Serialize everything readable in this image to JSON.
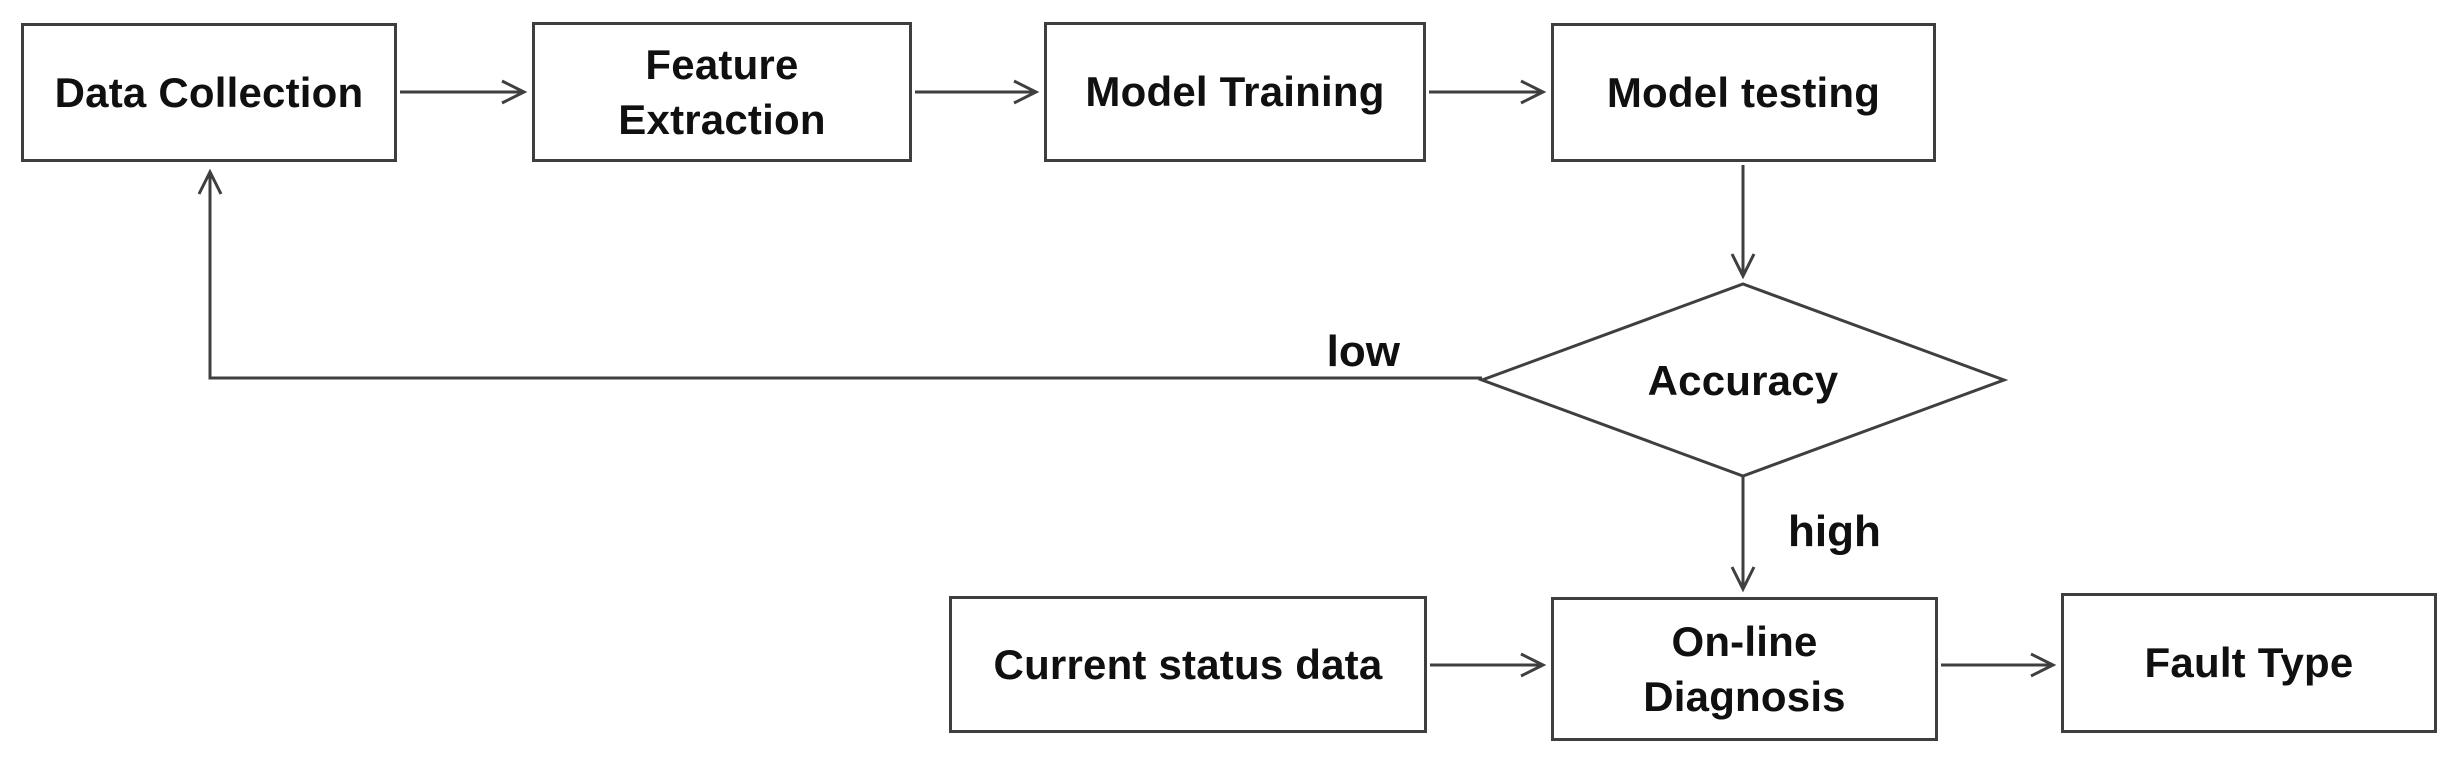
{
  "diagram": {
    "background_color": "#ffffff",
    "line_color": "#3f3f3f",
    "text_color": "#101010",
    "nodes": {
      "data_collection": {
        "label": "Data Collection",
        "type": "process"
      },
      "feature_extraction": {
        "label": "Feature\nExtraction",
        "type": "process"
      },
      "model_training": {
        "label": "Model Training",
        "type": "process"
      },
      "model_testing": {
        "label": "Model testing",
        "type": "process"
      },
      "accuracy": {
        "label": "Accuracy",
        "type": "decision"
      },
      "current_status_data": {
        "label": "Current status data",
        "type": "process"
      },
      "online_diagnosis": {
        "label": "On-line\nDiagnosis",
        "type": "process"
      },
      "fault_type": {
        "label": "Fault Type",
        "type": "process"
      }
    },
    "edge_labels": {
      "low": "low",
      "high": "high"
    }
  }
}
